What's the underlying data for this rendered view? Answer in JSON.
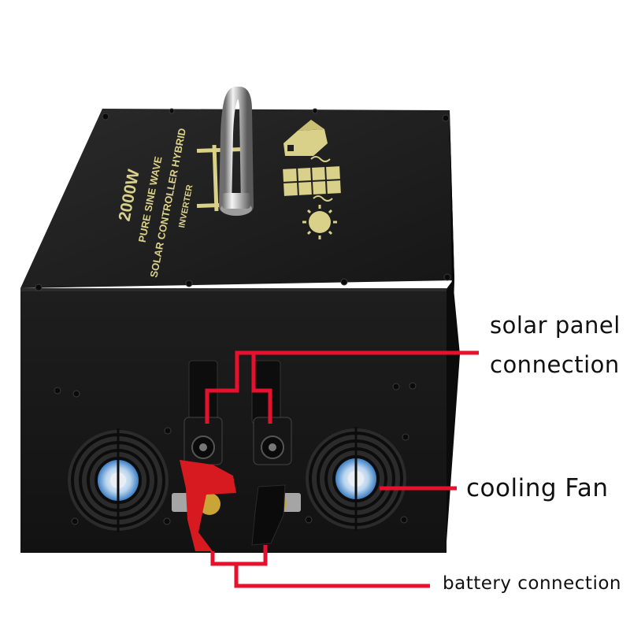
{
  "product": {
    "wattage": "2000W",
    "line1": "PURE SINE WAVE",
    "line2": "SOLAR CONTROLLER HYBRID",
    "line3": "INVERTER"
  },
  "callouts": {
    "solar_line1": "solar panel",
    "solar_line2": "connection",
    "fan": "cooling Fan",
    "battery": "battery connection"
  },
  "colors": {
    "callout_line": "#e8112d",
    "case": "#1b1b1b",
    "print": "#d9d08a",
    "battery_clamp_positive": "#d71920"
  },
  "icons": [
    "house-icon",
    "solar-panel-icon",
    "sun-icon",
    "fan-icon",
    "carry-handle-icon"
  ]
}
